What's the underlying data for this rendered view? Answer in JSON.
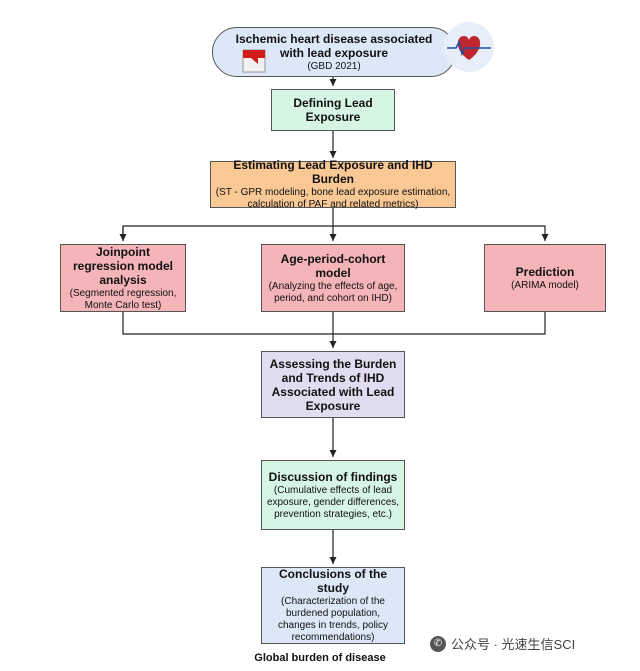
{
  "top": {
    "title": "Ischemic heart disease associated with lead exposure",
    "sub": "(GBD 2021)",
    "icons": [
      "paint-bucket-icon",
      "heart-ecg-icon"
    ]
  },
  "define": {
    "title": "Defining Lead Exposure"
  },
  "estimate": {
    "title": "Estimating Lead Exposure and IHD Burden",
    "sub": "(ST - GPR modeling, bone lead exposure estimation, calculation of PAF and related metrics)"
  },
  "joinpoint": {
    "title": "Joinpoint regression model analysis",
    "sub": "(Segmented regression, Monte Carlo test)"
  },
  "apc": {
    "title": "Age-period-cohort model",
    "sub": "(Analyzing the effects of age, period, and cohort on IHD)"
  },
  "prediction": {
    "title": "Prediction",
    "sub": "(ARIMA model)"
  },
  "assess": {
    "title": "Assessing the Burden and Trends of IHD Associated with Lead Exposure"
  },
  "discussion": {
    "title": "Discussion of findings",
    "sub": "(Cumulative effects of lead exposure, gender differences, prevention strategies, etc.)"
  },
  "conclusion": {
    "title": "Conclusions of the study",
    "sub": "(Characterization of the burdened population, changes in trends, policy recommendations)"
  },
  "footer": "Global burden of disease",
  "watermark": "公众号 · 光速生信SCI",
  "colors": {
    "top": "#dce8f7",
    "define": "#d6f5e3",
    "estimate": "#f9c895",
    "red": "#f4b4b8",
    "assess": "#e2dcf0",
    "discussion": "#d7f5e4",
    "conclusion": "#dce8f7"
  }
}
